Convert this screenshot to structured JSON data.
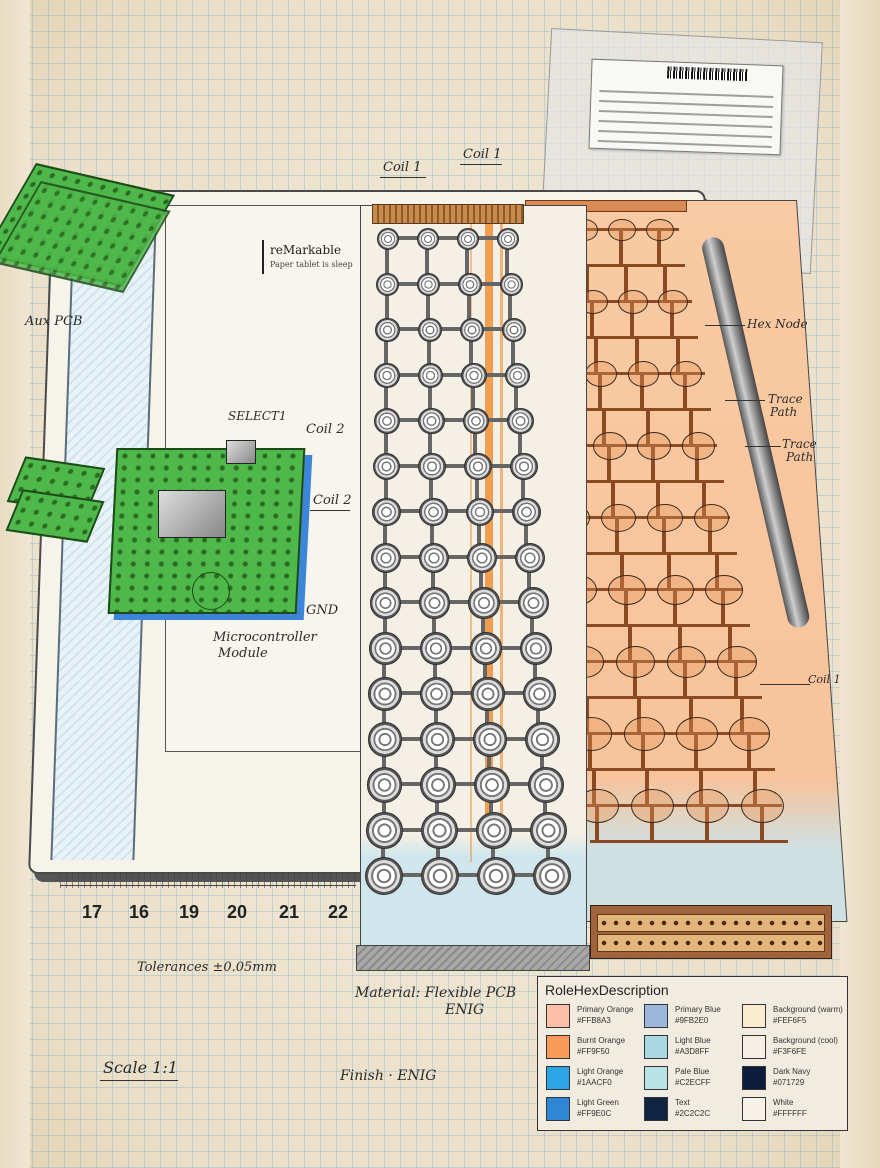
{
  "drawing": {
    "title": "Flexible PCB coil sensor layout for tablet (hand-drawn technical sketch)",
    "device_brand": "reMarkable",
    "device_tagline": "Paper tablet is sleep"
  },
  "labels": {
    "coil_1_a": "Coil 1",
    "coil_1_b": "Coil 1",
    "coil_1_right": "Coil 1",
    "coil_2_a": "Coil 2",
    "coil_2_b": "Coil 2",
    "select1": "SELECT1",
    "gnd": "GND",
    "mcu_line1": "Microcontroller",
    "mcu_line2": "Module",
    "aux_pcb": "Aux PCB",
    "hex_node": "Hex Node",
    "trace_path_1_line1": "Trace",
    "trace_path_1_line2": "Path",
    "trace_path_2_line1": "Trace",
    "trace_path_2_line2": "Path"
  },
  "ruler": {
    "ticks": [
      "17",
      "16",
      "19",
      "20",
      "21",
      "22"
    ]
  },
  "notes": {
    "tolerances": "Tolerances ±0.05mm",
    "material_line1": "Material: Flexible PCB",
    "material_line2": "ENIG",
    "scale": "Scale 1:1",
    "finish": "Finish · ENIG"
  },
  "legend": {
    "title": "RoleHexDescription",
    "swatches": [
      {
        "name": "Primary Orange",
        "hex": "#FFB8A3",
        "color": "#fbc0a6"
      },
      {
        "name": "Burnt Orange",
        "hex": "#FF9F50",
        "color": "#f79a5a"
      },
      {
        "name": "Light Orange",
        "hex": "#1AACF0",
        "color": "#2ea6e6"
      },
      {
        "name": "Light Green",
        "hex": "#FF9E0C",
        "color": "#2f86d6"
      },
      {
        "name": "Primary Blue",
        "hex": "#9FB2E0",
        "color": "#9db7dc"
      },
      {
        "name": "Light Blue",
        "hex": "#A3D8FF",
        "color": "#a9d7e2"
      },
      {
        "name": "Pale Blue",
        "hex": "#C2ECFF",
        "color": "#b9e2e6"
      },
      {
        "name": "Text",
        "hex": "#2C2C2C",
        "color": "#0e2440"
      },
      {
        "name": "Background (warm)",
        "hex": "#FEF6F5",
        "color": "#f8ebd0"
      },
      {
        "name": "Background (cool)",
        "hex": "#F3F6FE",
        "color": "#f3efe6"
      },
      {
        "name": "Dark Navy",
        "hex": "#071729",
        "color": "#0a1e3c"
      },
      {
        "name": "White",
        "hex": "#FFFFFF",
        "color": "#f6f2ea"
      }
    ]
  },
  "colors": {
    "paper": "#efe6d3",
    "grid_line": "#8ab4d2",
    "pcb_green": "#4fb84a",
    "orange_panel": "#f9caa3",
    "copper_trace": "#8a4a22",
    "orange_trace": "#f08a2a"
  }
}
